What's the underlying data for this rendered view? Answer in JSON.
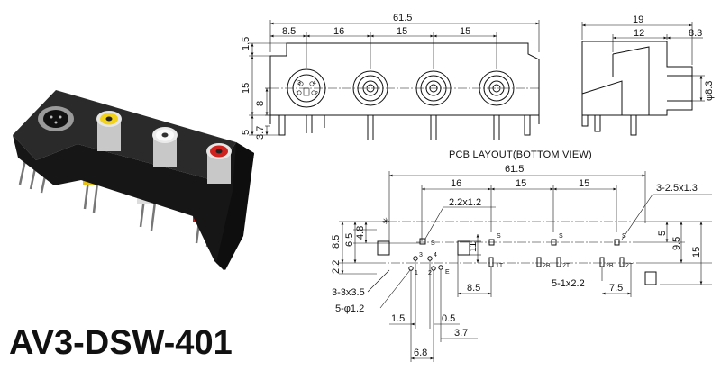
{
  "title": "AV3-DSW-401",
  "pcb_caption": "PCB LAYOUT(BOTTOM VIEW)",
  "front_view": {
    "dims": {
      "total_width": "61.5",
      "pitch_a": "8.5",
      "pitch_b": "16",
      "pitch_c": "15",
      "pitch_d": "15",
      "top": "1.5",
      "height": "15",
      "center": "8",
      "pin": "5",
      "foot": "3.7"
    }
  },
  "side_view": {
    "dims": {
      "depth": "19",
      "mid": "12",
      "nose": "8.3",
      "diameter": "φ8.3"
    }
  },
  "pcb_view": {
    "dims": {
      "total_width": "61.5",
      "pitch_b": "16",
      "pitch_c": "15",
      "pitch_d": "15",
      "slot_top": "2.2x1.2",
      "slot_right": "3-2.5x1.3",
      "h_85": "8.5",
      "h_65": "6.5",
      "h_48": "4.8",
      "h_22": "2.2",
      "v_11": "11",
      "v_5": "5",
      "v_95": "9.5",
      "v_15": "15",
      "sq_hole": "3-3x3.5",
      "round_hole": "5-φ1.2",
      "slot_bottom": "5-1x2.2",
      "d_85": "8.5",
      "d_75": "7.5",
      "d_15": "1.5",
      "d_05": "0.5",
      "d_37": "3.7",
      "d_68": "6.8"
    },
    "pin_labels": {
      "s1": "S",
      "s2": "S",
      "s3": "S",
      "s4": "S",
      "t1": "1T",
      "b2": "2B",
      "t2": "2T",
      "b3": "2B",
      "t3": "2T",
      "n1": "1",
      "n2": "2",
      "n3": "3",
      "n4": "4",
      "e": "E"
    }
  },
  "photo": {
    "jacks": [
      {
        "name": "svideo",
        "color": "#1b1b1b"
      },
      {
        "name": "yellow",
        "color": "#f2d21a"
      },
      {
        "name": "white",
        "color": "#f1f1f1"
      },
      {
        "name": "red",
        "color": "#d0231f"
      }
    ]
  }
}
